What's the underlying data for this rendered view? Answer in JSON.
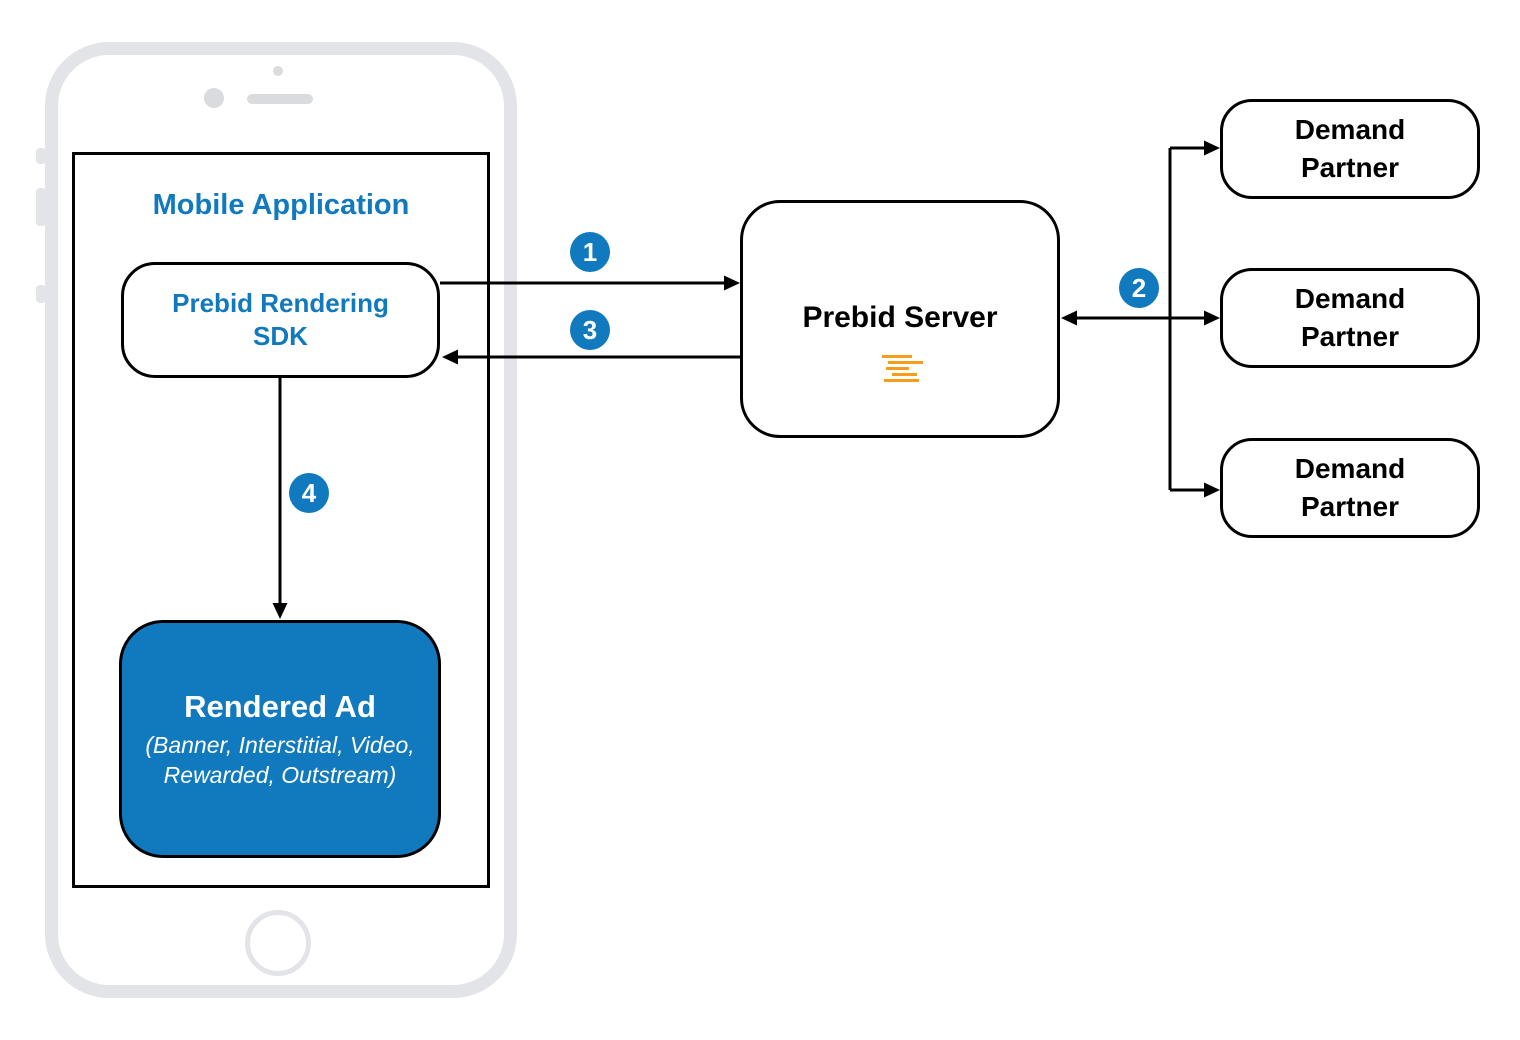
{
  "mobile_app": {
    "title": "Mobile Application"
  },
  "sdk": {
    "line1": "Prebid Rendering",
    "line2": "SDK"
  },
  "server": {
    "label": "Prebid Server",
    "icon": "prebid-lines-icon"
  },
  "rendered_ad": {
    "title": "Rendered Ad",
    "subtitle_line1": "(Banner, Interstitial, Video,",
    "subtitle_line2": "Rewarded, Outstream)"
  },
  "demand_partners": [
    {
      "line1": "Demand",
      "line2": "Partner"
    },
    {
      "line1": "Demand",
      "line2": "Partner"
    },
    {
      "line1": "Demand",
      "line2": "Partner"
    }
  ],
  "steps": [
    "1",
    "2",
    "3",
    "4"
  ],
  "colors": {
    "accent_blue": "#1179BD",
    "logo_orange": "#F89C1C",
    "phone_frame_gray": "#E2E4E7",
    "line_black": "#000000"
  }
}
